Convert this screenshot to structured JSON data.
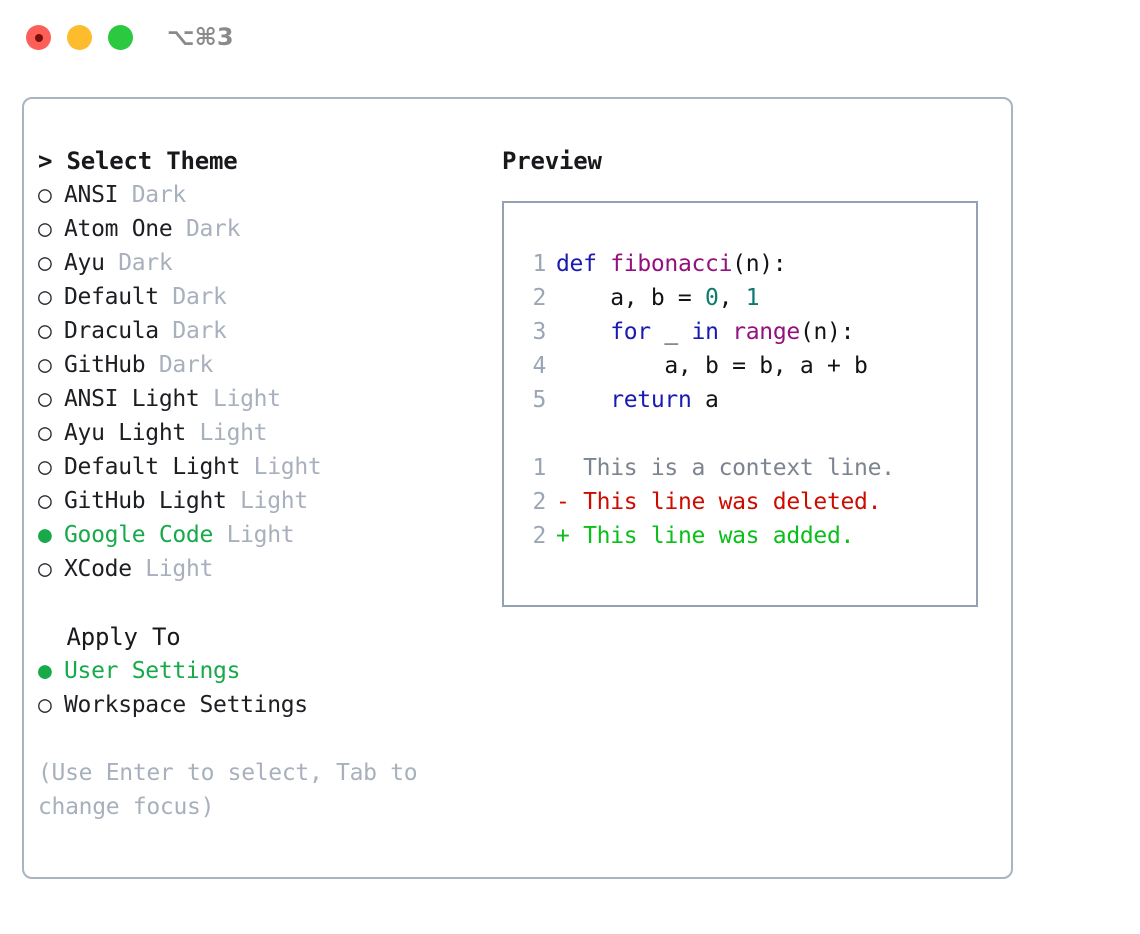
{
  "window": {
    "traffic_lights": [
      "close-red",
      "minimize-yellow",
      "maximize-green"
    ],
    "shortcut_label": "⌥⌘3",
    "accent_green": "#17a94a",
    "muted_gray": "#a8b0bd",
    "border_color": "#aab3c0"
  },
  "theme_section": {
    "header": "> Select Theme",
    "focused": true,
    "options": [
      {
        "bullet": "○",
        "name": "ANSI",
        "tag": "Dark",
        "selected": false
      },
      {
        "bullet": "○",
        "name": "Atom One",
        "tag": "Dark",
        "selected": false
      },
      {
        "bullet": "○",
        "name": "Ayu",
        "tag": "Dark",
        "selected": false
      },
      {
        "bullet": "○",
        "name": "Default",
        "tag": "Dark",
        "selected": false
      },
      {
        "bullet": "○",
        "name": "Dracula",
        "tag": "Dark",
        "selected": false
      },
      {
        "bullet": "○",
        "name": "GitHub",
        "tag": "Dark",
        "selected": false
      },
      {
        "bullet": "○",
        "name": "ANSI Light",
        "tag": "Light",
        "selected": false
      },
      {
        "bullet": "○",
        "name": "Ayu Light",
        "tag": "Light",
        "selected": false
      },
      {
        "bullet": "○",
        "name": "Default Light",
        "tag": "Light",
        "selected": false
      },
      {
        "bullet": "○",
        "name": "GitHub Light",
        "tag": "Light",
        "selected": false
      },
      {
        "bullet": "●",
        "name": "Google Code",
        "tag": "Light",
        "selected": true
      },
      {
        "bullet": "○",
        "name": "XCode",
        "tag": "Light",
        "selected": false
      }
    ]
  },
  "apply_section": {
    "header": "  Apply To",
    "focused": false,
    "options": [
      {
        "bullet": "●",
        "name": "User Settings",
        "tag": "",
        "selected": true
      },
      {
        "bullet": "○",
        "name": "Workspace Settings",
        "tag": "",
        "selected": false
      }
    ]
  },
  "hint": "(Use Enter to select, Tab to change focus)",
  "preview": {
    "title": "Preview",
    "code_lines": [
      {
        "ln": "1",
        "tokens": [
          {
            "t": "def",
            "c": "kw"
          },
          {
            "t": " ",
            "c": "pl"
          },
          {
            "t": "fibonacci",
            "c": "fn"
          },
          {
            "t": "(n):",
            "c": "pl"
          }
        ]
      },
      {
        "ln": "2",
        "tokens": [
          {
            "t": "    a, b = ",
            "c": "pl"
          },
          {
            "t": "0",
            "c": "num"
          },
          {
            "t": ", ",
            "c": "pl"
          },
          {
            "t": "1",
            "c": "num"
          }
        ]
      },
      {
        "ln": "3",
        "tokens": [
          {
            "t": "    ",
            "c": "pl"
          },
          {
            "t": "for",
            "c": "kw"
          },
          {
            "t": " _ ",
            "c": "pl"
          },
          {
            "t": "in",
            "c": "kw"
          },
          {
            "t": " ",
            "c": "pl"
          },
          {
            "t": "range",
            "c": "fn"
          },
          {
            "t": "(n):",
            "c": "pl"
          }
        ]
      },
      {
        "ln": "4",
        "tokens": [
          {
            "t": "        a, b = b, a + b",
            "c": "pl"
          }
        ]
      },
      {
        "ln": "5",
        "tokens": [
          {
            "t": "    ",
            "c": "pl"
          },
          {
            "t": "return",
            "c": "kw"
          },
          {
            "t": " a",
            "c": "pl"
          }
        ]
      }
    ],
    "diff_lines": [
      {
        "ln": "1",
        "marker": " ",
        "text": " This is a context line.",
        "kind": "diff-ctx"
      },
      {
        "ln": "2",
        "marker": "-",
        "text": " This line was deleted.",
        "kind": "diff-del"
      },
      {
        "ln": "2",
        "marker": "+",
        "text": " This line was added.",
        "kind": "diff-add"
      }
    ],
    "colors": {
      "keyword": "#1a1ab0",
      "function": "#93117e",
      "number": "#0d7a6e",
      "plain": "#111316",
      "line_number": "#9aa6b4",
      "diff_context": "#7c848f",
      "diff_deleted": "#cc0c00",
      "diff_added": "#0bbf1b"
    }
  }
}
